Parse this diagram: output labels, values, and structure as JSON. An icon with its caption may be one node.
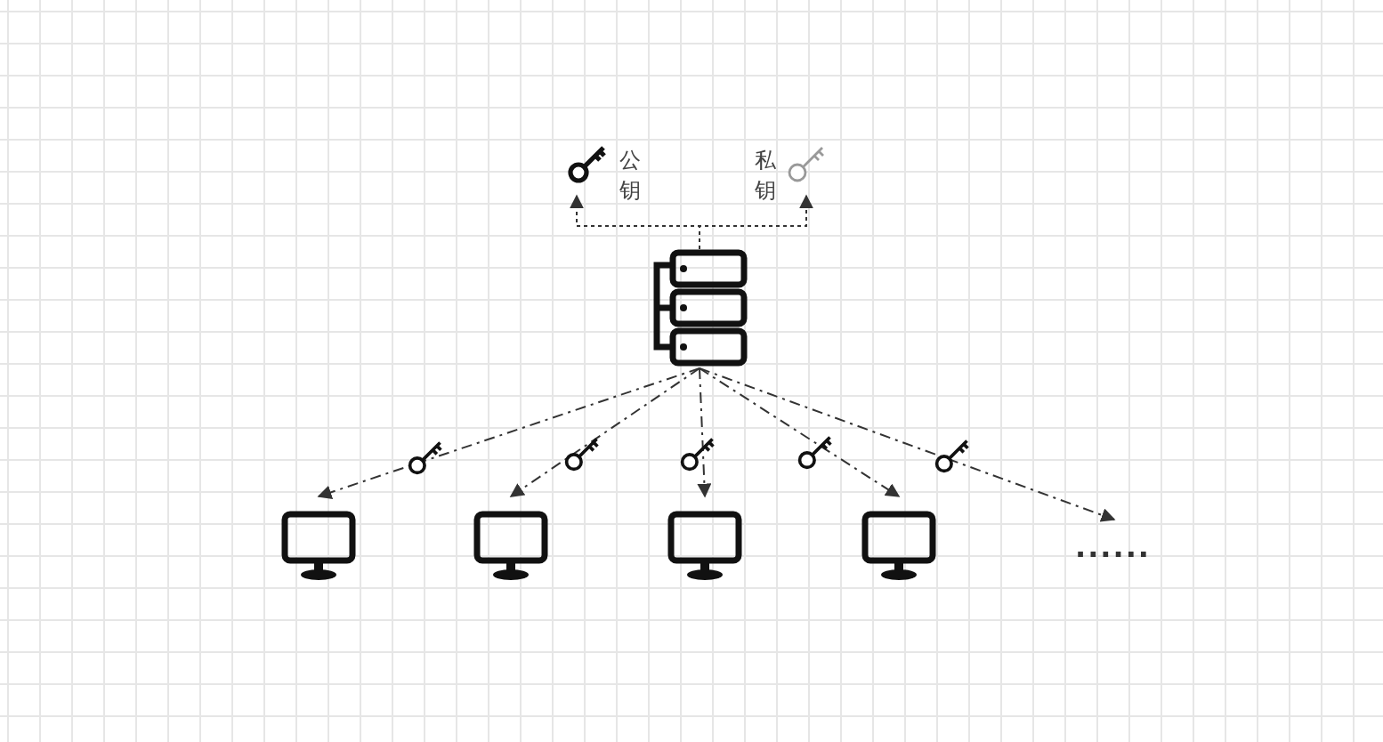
{
  "diagram": {
    "nodes": [
      {
        "text": [],
        "shape": "key",
        "beside": [
          "公钥"
        ]
      },
      {
        "text": [],
        "shape": "key",
        "beside": [
          "私钥"
        ]
      },
      {
        "text": [],
        "shape": "server"
      },
      {
        "text": [],
        "shape": "monitor"
      },
      {
        "text": [],
        "shape": "monitor"
      },
      {
        "text": [],
        "shape": "monitor"
      },
      {
        "text": [],
        "shape": "monitor"
      },
      {
        "text": [
          "......"
        ]
      }
    ],
    "edges": [
      {
        "from": 2,
        "to": 0,
        "arrow": "to",
        "style": "dashed"
      },
      {
        "from": 2,
        "to": 1,
        "arrow": "to",
        "style": "dashed"
      },
      {
        "from": 2,
        "to": 3,
        "arrow": "to",
        "style": "dashed"
      },
      {
        "from": 2,
        "to": 4,
        "arrow": "to",
        "style": "dashed"
      },
      {
        "from": 2,
        "to": 5,
        "arrow": "to",
        "style": "dashed"
      },
      {
        "from": 2,
        "to": 6,
        "arrow": "to",
        "style": "dashed"
      },
      {
        "from": 2,
        "to": 7,
        "arrow": "to",
        "style": "dashed"
      }
    ]
  }
}
